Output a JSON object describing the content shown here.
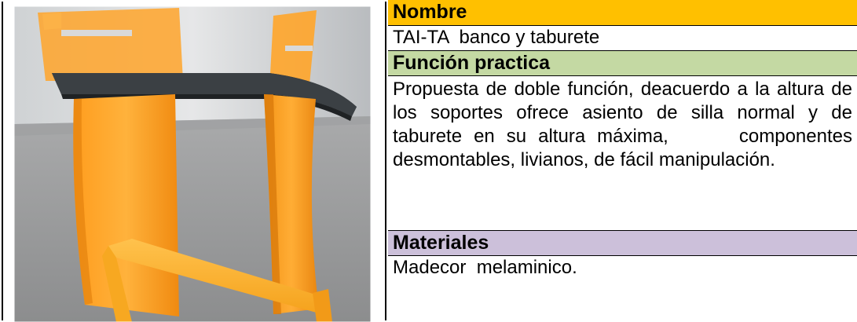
{
  "table": {
    "name_header": "Nombre",
    "name_value": "TAI-TA  banco y taburete",
    "function_header": "Función practica",
    "function_value": "Propuesta de doble función, deacuerdo a la altura de los soportes ofrece asiento de silla normal y de taburete en su altura máxima,      componentes desmontables, livianos, de fácil manipulación.",
    "materials_header": "Materiales",
    "materials_value": "Madecor  melaminico."
  },
  "colors": {
    "name_header_bg": "#ffc000",
    "function_header_bg": "#c4d9a3",
    "materials_header_bg": "#ccc0da",
    "furniture_orange": "#ff9a1a",
    "seat_dark": "#2f3336"
  }
}
